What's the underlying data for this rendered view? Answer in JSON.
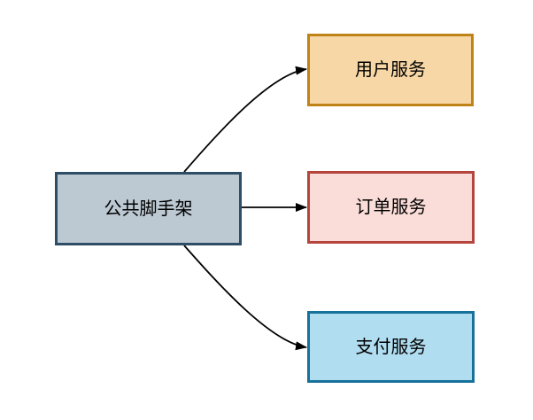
{
  "diagram": {
    "edge_color": "#000000",
    "nodes": {
      "scaffold": {
        "label": "公共脚手架",
        "fill": "#bdc9d2",
        "border": "#2e4d66"
      },
      "user": {
        "label": "用户服务",
        "fill": "#f7d7a5",
        "border": "#bf8318"
      },
      "order": {
        "label": "订单服务",
        "fill": "#fadcd8",
        "border": "#b5453c"
      },
      "payment": {
        "label": "支付服务",
        "fill": "#b1ddf0",
        "border": "#17719a"
      }
    },
    "edges": [
      {
        "from": "scaffold",
        "to": "user"
      },
      {
        "from": "scaffold",
        "to": "order"
      },
      {
        "from": "scaffold",
        "to": "payment"
      }
    ]
  }
}
